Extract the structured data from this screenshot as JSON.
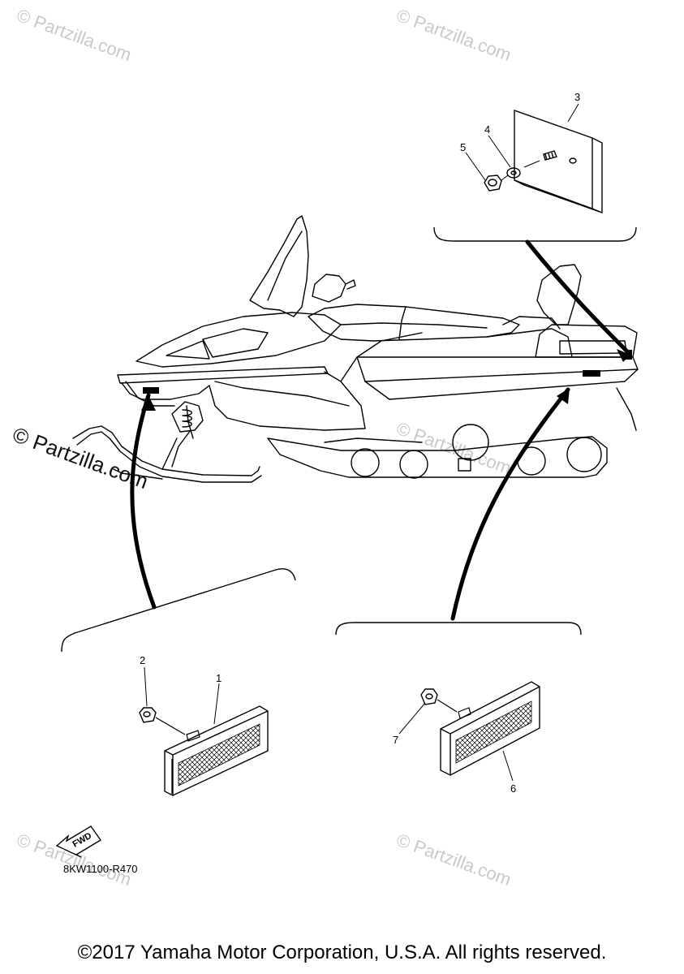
{
  "watermarks": {
    "text": "© Partzilla.com"
  },
  "callouts": {
    "c1": "1",
    "c2": "2",
    "c3": "3",
    "c4": "4",
    "c5": "5",
    "c6": "6",
    "c7": "7"
  },
  "fwd_label": "FWD",
  "part_code": "8KW1100-R470",
  "copyright": "©2017 Yamaha Motor Corporation, U.S.A. All rights reserved."
}
